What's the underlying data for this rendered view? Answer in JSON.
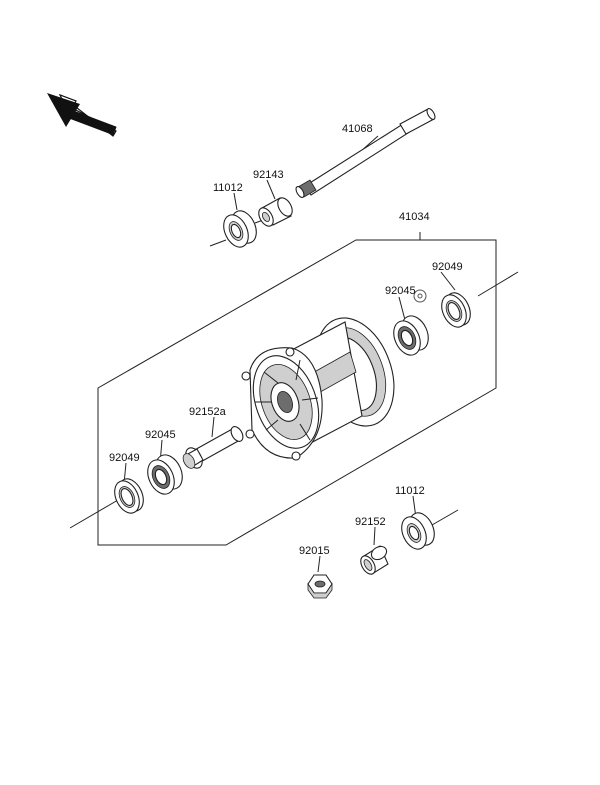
{
  "colors": {
    "ink": "#222222",
    "shade": "#cfcfcf",
    "dark": "#6d6d6d",
    "background": "#ffffff"
  },
  "icons": {
    "direction": "front-arrow-icon"
  },
  "labels": {
    "axle": "41068",
    "collar_top": "92143",
    "seal_top": "11012",
    "hub": "41034",
    "seal_right": "92049",
    "bearing_right": "92045",
    "spacer": "92152a",
    "bearing_left": "92045",
    "seal_left": "92049",
    "seal_bottom": "11012",
    "collar_bottom": "92152",
    "nut": "92015"
  }
}
